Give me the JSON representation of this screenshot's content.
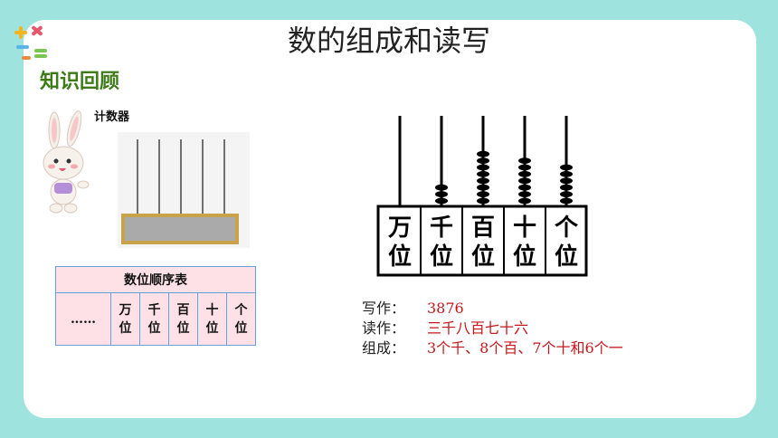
{
  "slide": {
    "title": "数的组成和读写",
    "section": "知识回顾"
  },
  "counter": {
    "label": "计数器"
  },
  "place_table": {
    "title": "数位顺序表",
    "ellipsis": "……",
    "columns": [
      {
        "top": "万",
        "bottom": "位"
      },
      {
        "top": "千",
        "bottom": "位"
      },
      {
        "top": "百",
        "bottom": "位"
      },
      {
        "top": "十",
        "bottom": "位"
      },
      {
        "top": "个",
        "bottom": "位"
      }
    ]
  },
  "abacus": {
    "labels": [
      {
        "top": "万",
        "bottom": "位",
        "beads": 0
      },
      {
        "top": "千",
        "bottom": "位",
        "beads": 3
      },
      {
        "top": "百",
        "bottom": "位",
        "beads": 8
      },
      {
        "top": "十",
        "bottom": "位",
        "beads": 7
      },
      {
        "top": "个",
        "bottom": "位",
        "beads": 6
      }
    ]
  },
  "number_info": {
    "write_label": "写作：",
    "write_value": "3876",
    "read_label": "读作：",
    "read_value": "三千八百七十六",
    "compose_label": "组成：",
    "compose_value": "3个千、8个百、7个十和6个一"
  },
  "colors": {
    "background": "#9fe3de",
    "section": "#3d7a18",
    "value_red": "#c8151b",
    "table_fill": "#fde1e6",
    "table_border": "#6aa0d8"
  }
}
